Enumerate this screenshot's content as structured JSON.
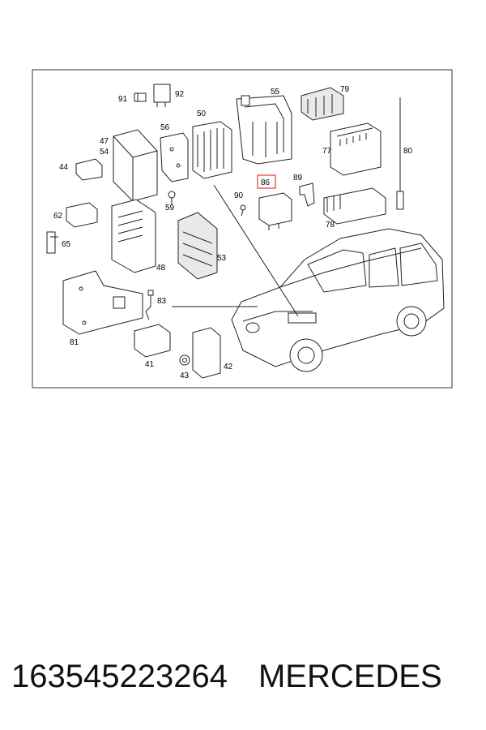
{
  "diagram": {
    "labels": {
      "p91": "91",
      "p92": "92",
      "p55": "55",
      "p79": "79",
      "p50": "50",
      "p56": "56",
      "p47": "47",
      "p54": "54",
      "p77": "77",
      "p80": "80",
      "p44": "44",
      "p86": "86",
      "p89": "89",
      "p90": "90",
      "p59": "59",
      "p78": "78",
      "p62": "62",
      "p65": "65",
      "p48": "48",
      "p53": "53",
      "p83": "83",
      "p81": "81",
      "p41": "41",
      "p43": "43",
      "p42": "42"
    },
    "highlight_color": "#e03a3a"
  },
  "caption": {
    "part_number": "163545223264",
    "brand": "MERCEDES"
  }
}
